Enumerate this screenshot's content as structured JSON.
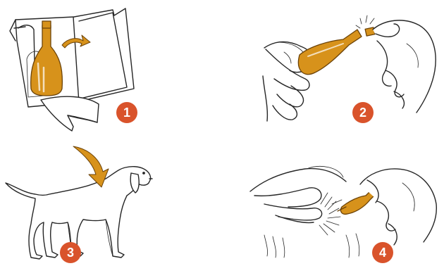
{
  "colors": {
    "badge": "#d9532b",
    "ampoule": "#d7921b",
    "ampoule_dark": "#b06d10",
    "ink": "#262626"
  },
  "steps": [
    {
      "number": "1",
      "illustration": "ampoule-in-package-icon"
    },
    {
      "number": "2",
      "illustration": "break-ampoule-tip-icon"
    },
    {
      "number": "3",
      "illustration": "dog-application-point-icon"
    },
    {
      "number": "4",
      "illustration": "apply-to-skin-icon"
    }
  ]
}
